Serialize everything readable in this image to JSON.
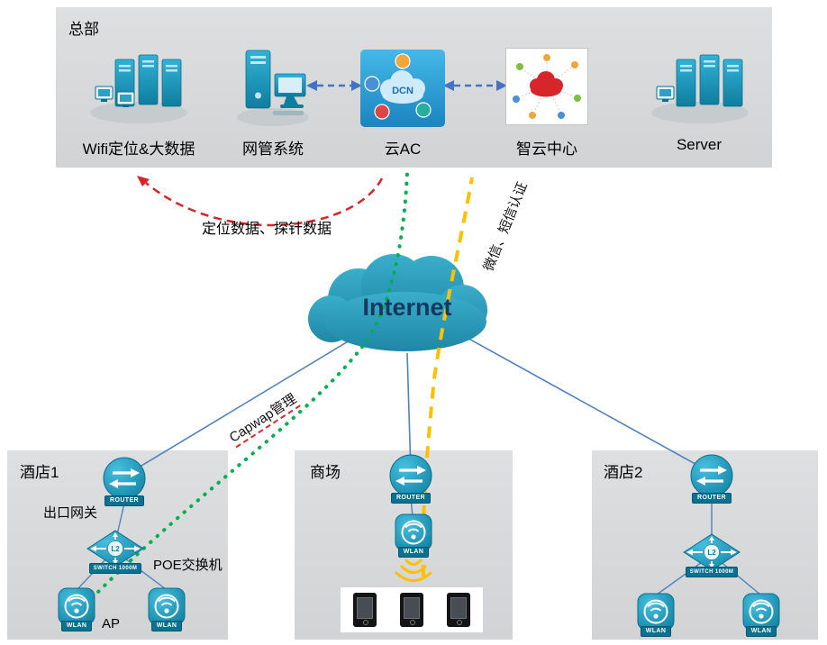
{
  "hq": {
    "title": "总部",
    "nodes": [
      {
        "label": "Wifi定位&大数据"
      },
      {
        "label": "网管系统"
      },
      {
        "label": "云AC"
      },
      {
        "label": "智云中心"
      },
      {
        "label": "Server"
      }
    ],
    "cloud_ac_text": "DCN"
  },
  "internet": {
    "label": "Internet"
  },
  "flows": {
    "location": "定位数据、探针数据",
    "capwap": "Capwap管理",
    "auth": "微信、短信认证"
  },
  "sites": {
    "hotel1": {
      "title": "酒店1",
      "gateway": "出口网关",
      "poe_switch": "POE交换机",
      "ap": "AP"
    },
    "mall": {
      "title": "商场"
    },
    "hotel2": {
      "title": "酒店2"
    }
  },
  "badges": {
    "router": "ROUTER",
    "switch": "SWITCH 1000M",
    "wlan": "WLAN",
    "l2": "L2"
  },
  "colors": {
    "device_teal": "#1295B9",
    "capwap_green": "#00B050",
    "auth_yellow": "#FFC000",
    "data_red": "#D9242B",
    "link_blue": "#4472C4",
    "cloud_teal": "#2E9FBF"
  }
}
